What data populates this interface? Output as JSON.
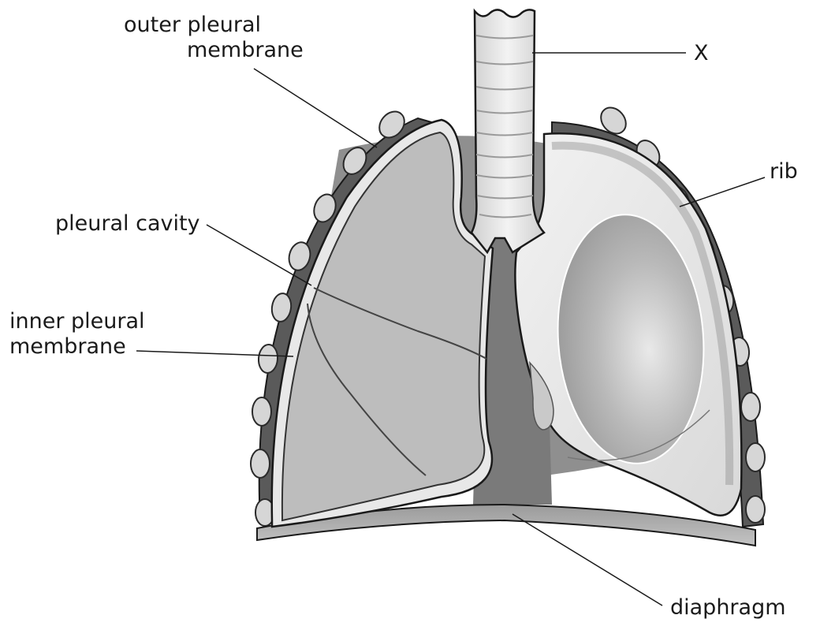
{
  "diagram": {
    "labels": {
      "outer_pleural_membrane": [
        "outer pleural",
        "membrane"
      ],
      "x": "X",
      "rib": "rib",
      "pleural_cavity": "pleural cavity",
      "inner_pleural_membrane": [
        "inner pleural",
        "membrane"
      ],
      "diaphragm": "diaphragm"
    },
    "colors": {
      "ribs_band": "#5a5a5a",
      "rib_bone": "#d6d6d6",
      "pleura": "#e8e8e8",
      "lung_left": "#bdbdbd",
      "mediastinum": "#8f8f8f",
      "diaphragm": "#a5a5a5",
      "outline": "#1a1a1a"
    }
  }
}
